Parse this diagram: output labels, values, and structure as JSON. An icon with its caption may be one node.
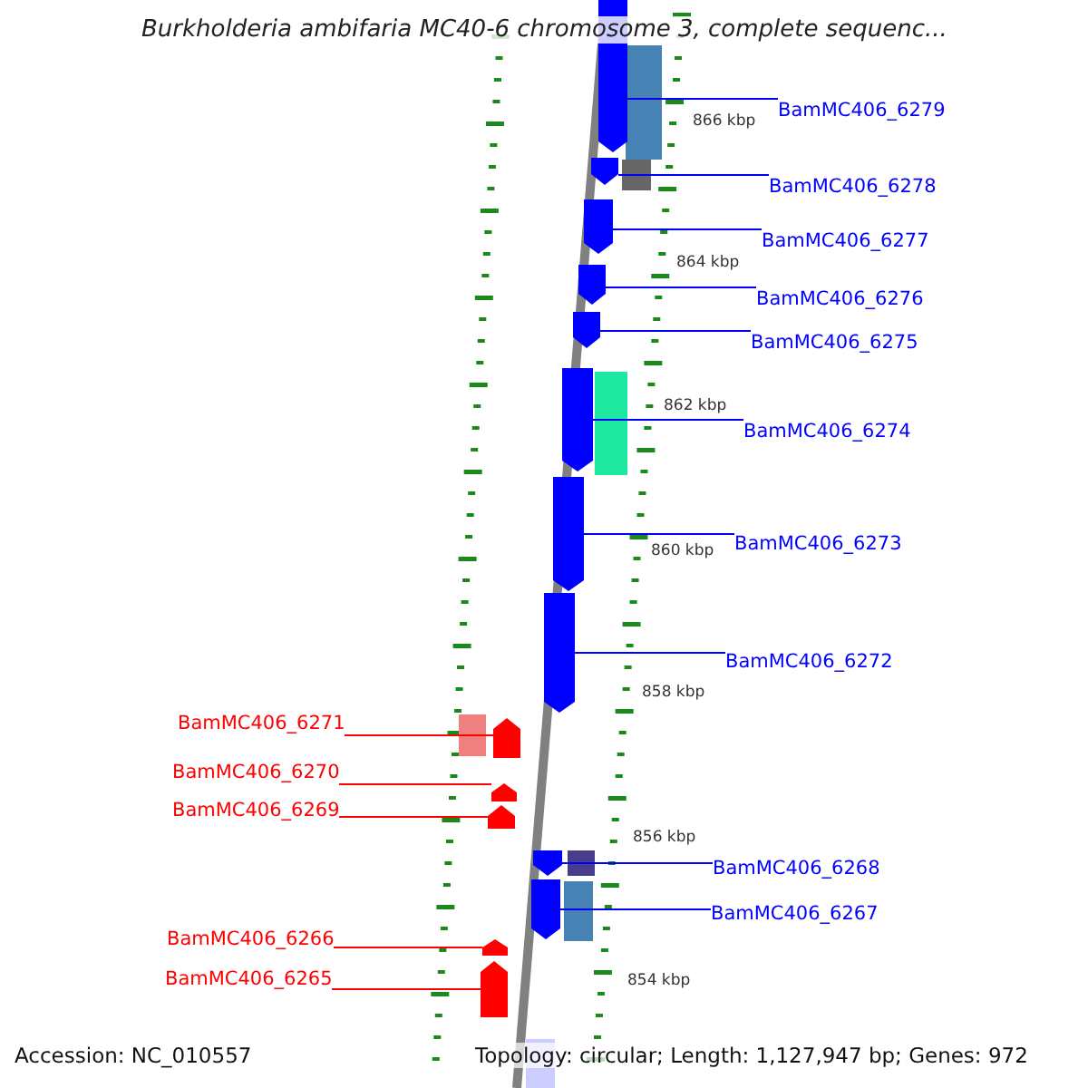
{
  "diagram": {
    "title": "Burkholderia ambifaria MC40-6 chromosome 3, complete sequenc...",
    "nodes": [
      {
        "text": [
          "BamMC406_6279"
        ]
      },
      {
        "text": [
          "BamMC406_6278"
        ]
      },
      {
        "text": [
          "BamMC406_6277"
        ]
      },
      {
        "text": [
          "BamMC406_6276"
        ]
      },
      {
        "text": [
          "BamMC406_6275"
        ]
      },
      {
        "text": [
          "BamMC406_6274"
        ]
      },
      {
        "text": [
          "BamMC406_6273"
        ]
      },
      {
        "text": [
          "BamMC406_6272"
        ]
      },
      {
        "text": [
          "BamMC406_6271"
        ]
      },
      {
        "text": [
          "BamMC406_6270"
        ]
      },
      {
        "text": [
          "BamMC406_6269"
        ]
      },
      {
        "text": [
          "BamMC406_6268"
        ]
      },
      {
        "text": [
          "BamMC406_6267"
        ]
      },
      {
        "text": [
          "BamMC406_6266"
        ]
      },
      {
        "text": [
          "BamMC406_6265"
        ]
      },
      {
        "text": [],
        "shape": "arrow"
      },
      {
        "text": [],
        "shape": "arrow"
      },
      {
        "text": [],
        "shape": "arrow"
      },
      {
        "text": [],
        "shape": "arrow"
      },
      {
        "text": [],
        "shape": "arrow"
      },
      {
        "text": [],
        "shape": "arrow"
      },
      {
        "text": [],
        "shape": "arrow"
      },
      {
        "text": [],
        "shape": "arrow"
      },
      {
        "text": [],
        "shape": "arrow"
      },
      {
        "text": [],
        "shape": "arrow"
      },
      {
        "text": [],
        "shape": "arrow"
      },
      {
        "text": [],
        "shape": "arrow"
      },
      {
        "text": [],
        "shape": "arrow"
      },
      {
        "text": [],
        "shape": "arrow"
      },
      {
        "text": [],
        "shape": "arrow"
      }
    ],
    "edges": [
      {
        "from": 0,
        "to": 15,
        "arrow": "none"
      },
      {
        "from": 1,
        "to": 16,
        "arrow": "none"
      },
      {
        "from": 2,
        "to": 17,
        "arrow": "none"
      },
      {
        "from": 3,
        "to": 18,
        "arrow": "none"
      },
      {
        "from": 4,
        "to": 19,
        "arrow": "none"
      },
      {
        "from": 5,
        "to": 20,
        "arrow": "none"
      },
      {
        "from": 6,
        "to": 21,
        "arrow": "none"
      },
      {
        "from": 7,
        "to": 22,
        "arrow": "none"
      },
      {
        "from": 8,
        "to": 23,
        "arrow": "none",
        "color": "#ff0000"
      },
      {
        "from": 9,
        "to": 24,
        "arrow": "none",
        "color": "#ff0000"
      },
      {
        "from": 10,
        "to": 25,
        "arrow": "none",
        "color": "#ff0000"
      },
      {
        "from": 11,
        "to": 26,
        "arrow": "none"
      },
      {
        "from": 12,
        "to": 27,
        "arrow": "none"
      },
      {
        "from": 13,
        "to": 28,
        "arrow": "none",
        "color": "#ff0000"
      },
      {
        "from": 14,
        "to": 29,
        "arrow": "none",
        "color": "#ff0000"
      }
    ],
    "labels": [
      "866 kbp",
      "864 kbp",
      "862 kbp",
      "860 kbp",
      "858 kbp",
      "856 kbp",
      "854 kbp",
      "Accession: NC_010557",
      "Topology: circular; Length: 1,127,947 bp; Genes: 972"
    ]
  }
}
